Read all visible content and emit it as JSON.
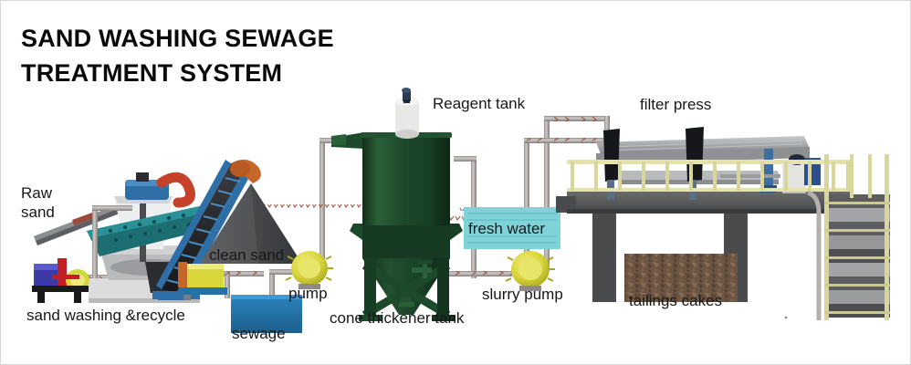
{
  "title": "SAND WASHING SEWAGE\nTREATMENT SYSTEM",
  "labels": {
    "raw_sand": "Raw\nsand",
    "sand_washing": "sand washing &recycle",
    "clean_sand": "clean sand",
    "sewage": "sewage",
    "pump": "pump",
    "reagent_tank": "Reagent tank",
    "cone_thickener": "cone thickener tank",
    "fresh_water": "fresh water",
    "slurry_pump": "slurry pump",
    "filter_press": "filter press",
    "tailings_cakes": "tailings cakes"
  },
  "colors": {
    "title": "#0a0a0a",
    "label": "#171717",
    "tank_green": "#1d4a2b",
    "tank_green_dark": "#123018",
    "pump_yellow": "#d8d63a",
    "sewage_blue": "#2272a8",
    "fresh_water_cyan": "#7fd3d8",
    "pipe_gray": "#b5b0ae",
    "pipe_rivet": "#9b4a3a",
    "platform_gray": "#58595b",
    "press_gray": "#a9aaac",
    "rail_yellow": "#e5e3a8",
    "conveyor_blue": "#2f6fa8",
    "conveyor_dark": "#2b2d31",
    "sand_pile": "#4a4a4c",
    "tailings_brown": "#6d5543",
    "machine_red": "#c22026",
    "machine_blue": "#3a3ba8",
    "teal": "#1d6e72"
  },
  "diagram": {
    "type": "process-flow",
    "stages": [
      "Raw sand",
      "sand washing &recycle",
      "clean sand",
      "sewage",
      "pump",
      "cone thickener tank",
      "Reagent tank",
      "slurry pump",
      "fresh water",
      "filter press",
      "tailings cakes"
    ]
  }
}
